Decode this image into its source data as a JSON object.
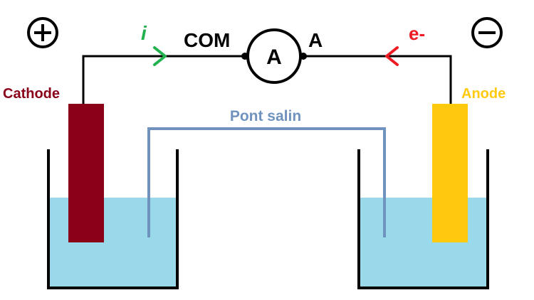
{
  "labels": {
    "plus": "+",
    "minus": "−",
    "current": "i",
    "com": "COM",
    "ammeter_terminal": "A",
    "ammeter": "A",
    "electron": "e-",
    "cathode": "Cathode",
    "anode": "Anode",
    "salt_bridge": "Pont salin"
  },
  "colors": {
    "wire": "#000000",
    "cathode": "#8a0019",
    "anode": "#ffc90e",
    "electrolyte": "#99d9ea",
    "salt_bridge": "#7092be",
    "current_arrow": "#22b14c",
    "electron_arrow": "#ed1c24"
  },
  "icons": {
    "plus_symbol": "plus-circle-icon",
    "minus_symbol": "minus-circle-icon",
    "current_direction": "chevron-right-icon",
    "electron_direction": "chevron-left-icon"
  }
}
